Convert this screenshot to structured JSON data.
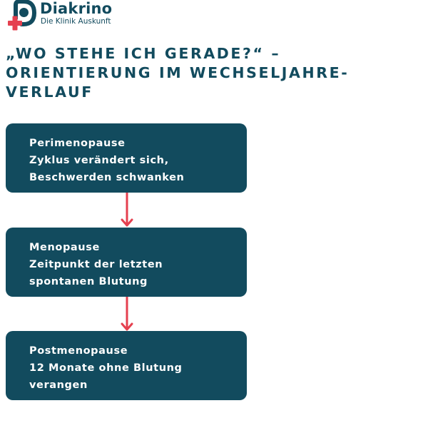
{
  "brand": {
    "name": "Diakrino",
    "tagline": "Die Klinik Auskunft",
    "colors": {
      "primary": "#124b5e",
      "accent": "#e5404f"
    }
  },
  "title_lines": [
    "„WO STEHE ICH GERADE?“ –",
    "ORIENTIERUNG IM WECHSELJAHRE-",
    "VERLAUF"
  ],
  "stages": [
    {
      "lines": [
        "Perimenopause",
        "Zyklus verändert sich,",
        "Beschwerden schwanken"
      ]
    },
    {
      "lines": [
        "Menopause",
        "Zeitpunkt der letzten",
        "spontanen Blutung"
      ]
    },
    {
      "lines": [
        "Postmenopause",
        "12 Monate ohne Blutung",
        "verangen"
      ]
    }
  ]
}
